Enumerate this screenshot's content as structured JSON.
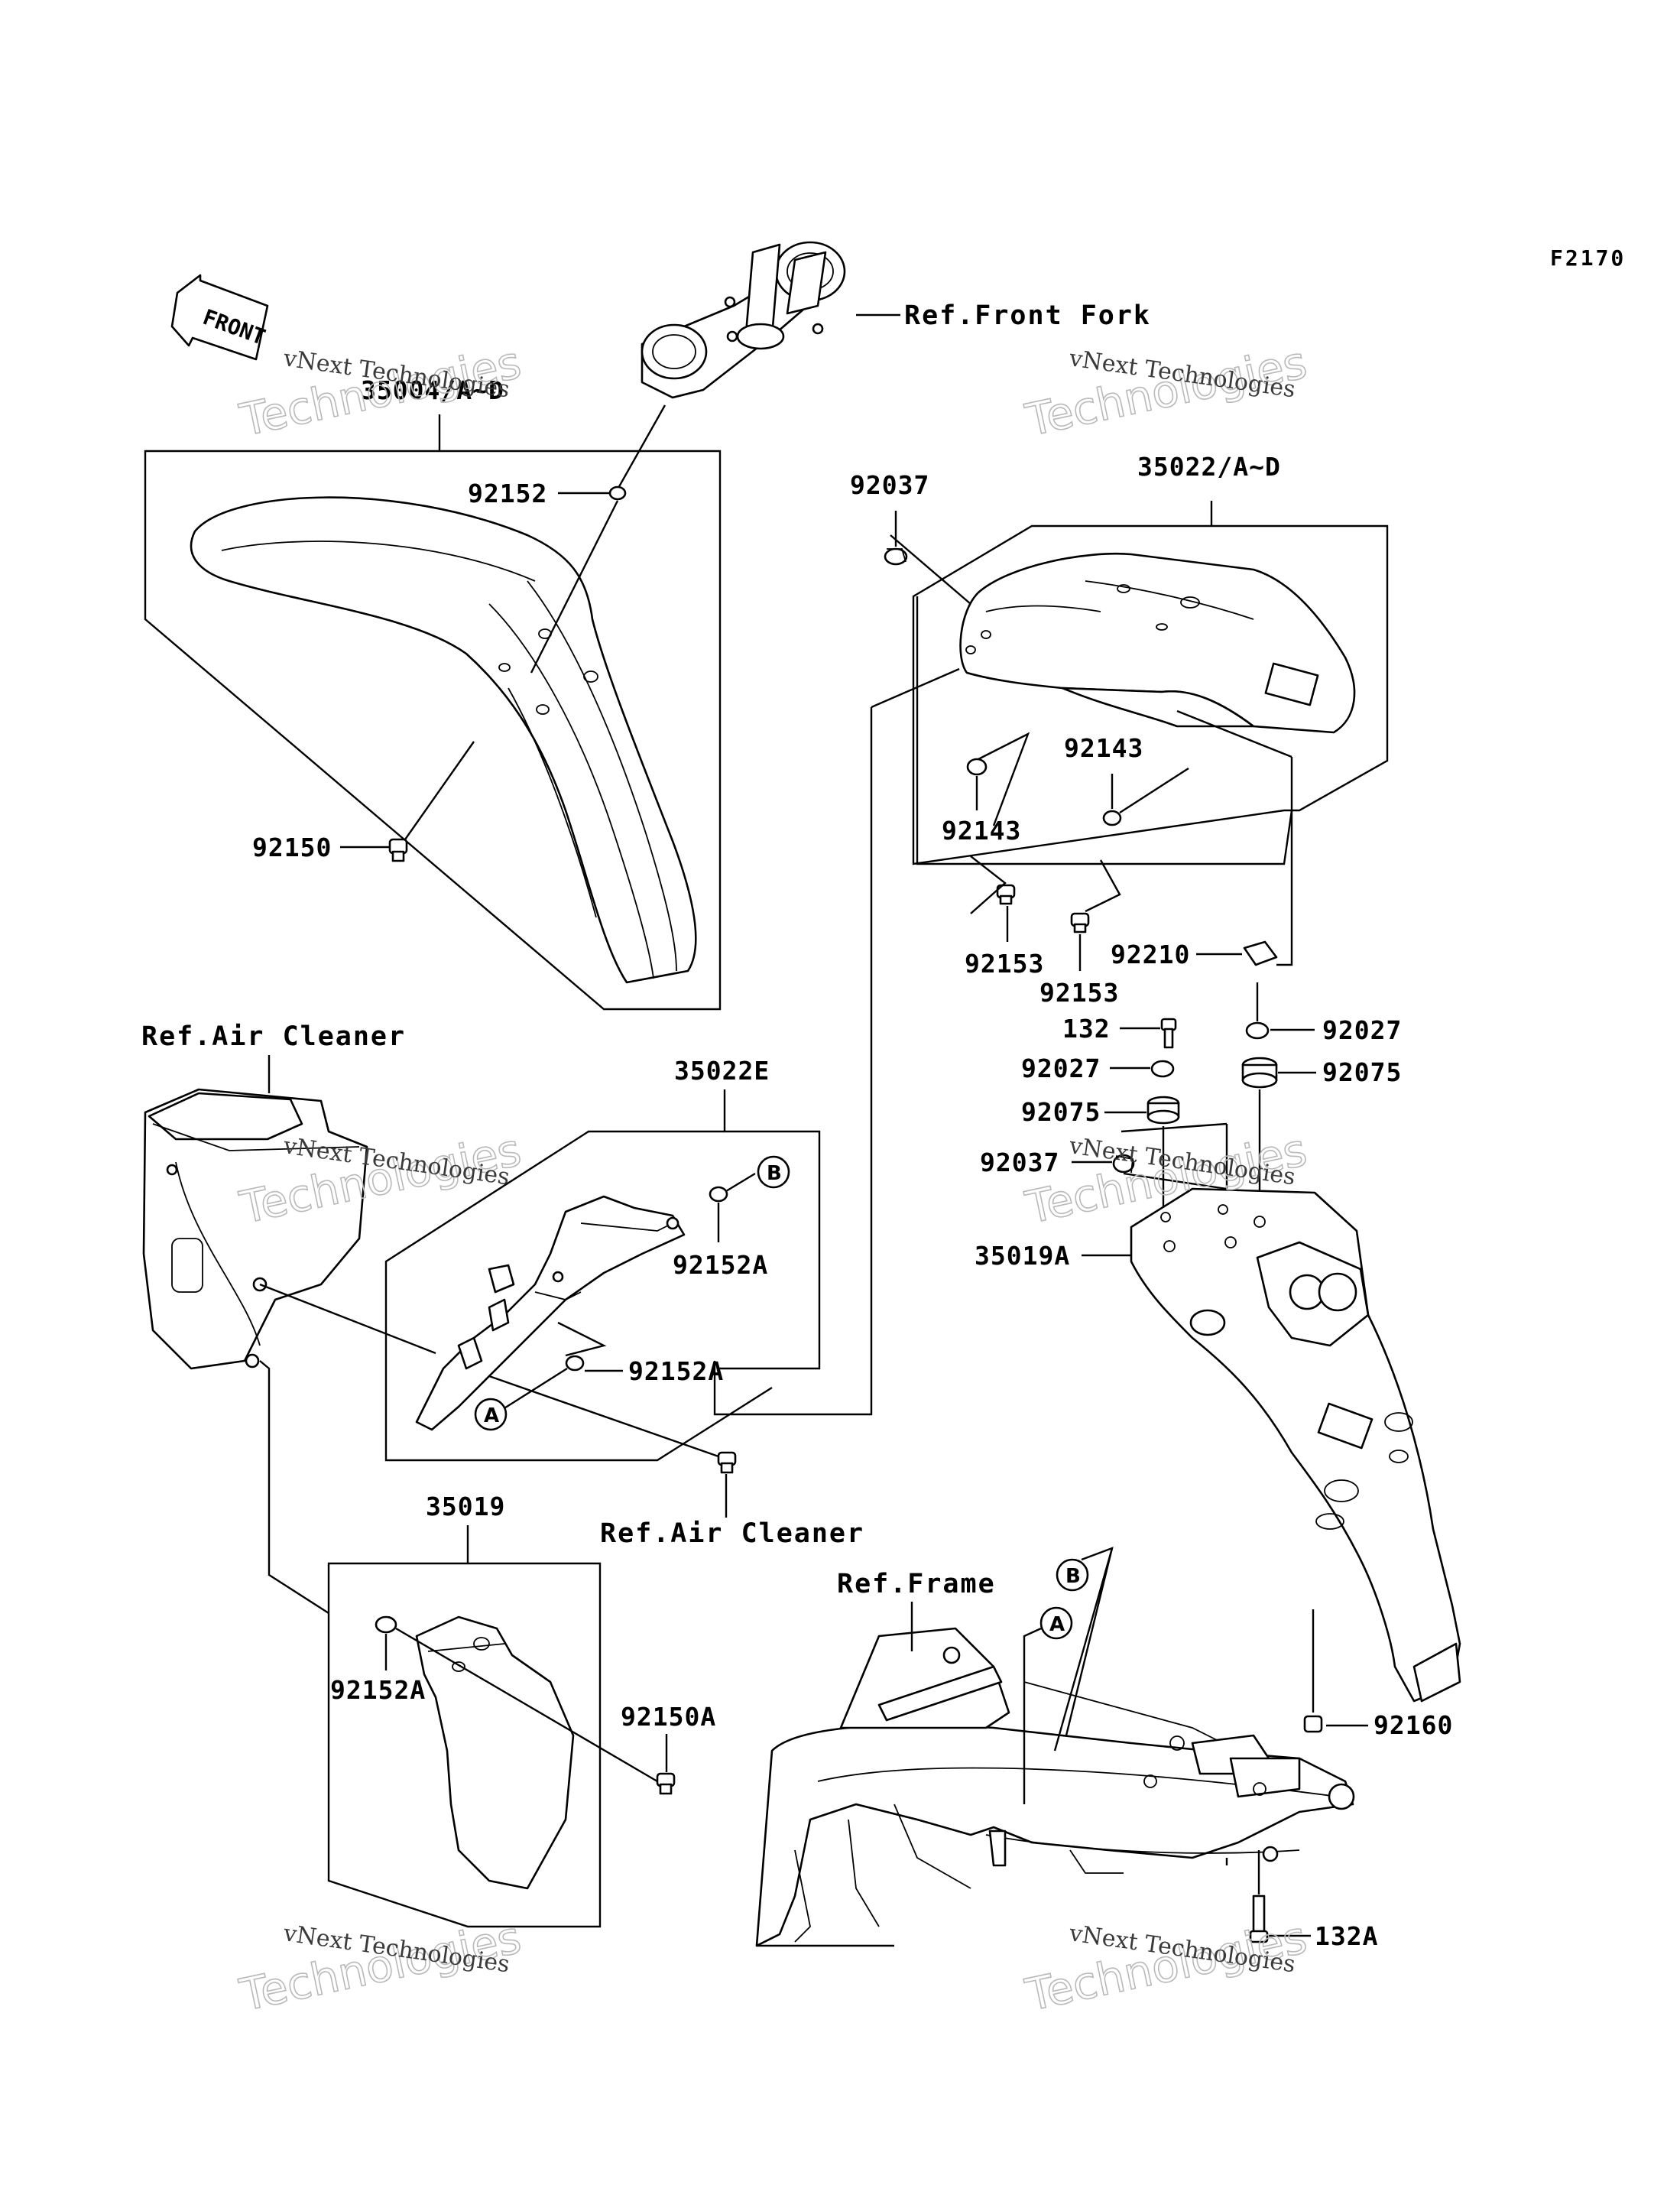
{
  "diagram_code": "F2170",
  "front_arrow_label": "FRONT",
  "references": {
    "front_fork": "Ref.Front Fork",
    "air_cleaner_top": "Ref.Air Cleaner",
    "air_cleaner_bottom": "Ref.Air Cleaner",
    "frame": "Ref.Frame"
  },
  "group_labels": {
    "front_fender": "35004/A~D",
    "rear_fender": "35022/A~D",
    "inner_fender": "35022E",
    "side_cover": "35019",
    "rear_flap": "35019A"
  },
  "part_labels": {
    "p92152": "92152",
    "p92150": "92150",
    "p92037_top": "92037",
    "p92143_left": "92143",
    "p92143_right": "92143",
    "p92153_left": "92153",
    "p92153_right": "92153",
    "p92210": "92210",
    "p132": "132",
    "p92027_left": "92027",
    "p92027_right": "92027",
    "p92075_left": "92075",
    "p92075_right": "92075",
    "p92037_mid": "92037",
    "p92152A_upper": "92152A",
    "p92152A_lower": "92152A",
    "p92152A_side": "92152A",
    "p92150A": "92150A",
    "p92160": "92160",
    "p132A": "132A"
  },
  "callouts": {
    "a": "A",
    "b": "B"
  },
  "watermark": {
    "line1": "vNext Technologies",
    "line2": "Technologies"
  }
}
